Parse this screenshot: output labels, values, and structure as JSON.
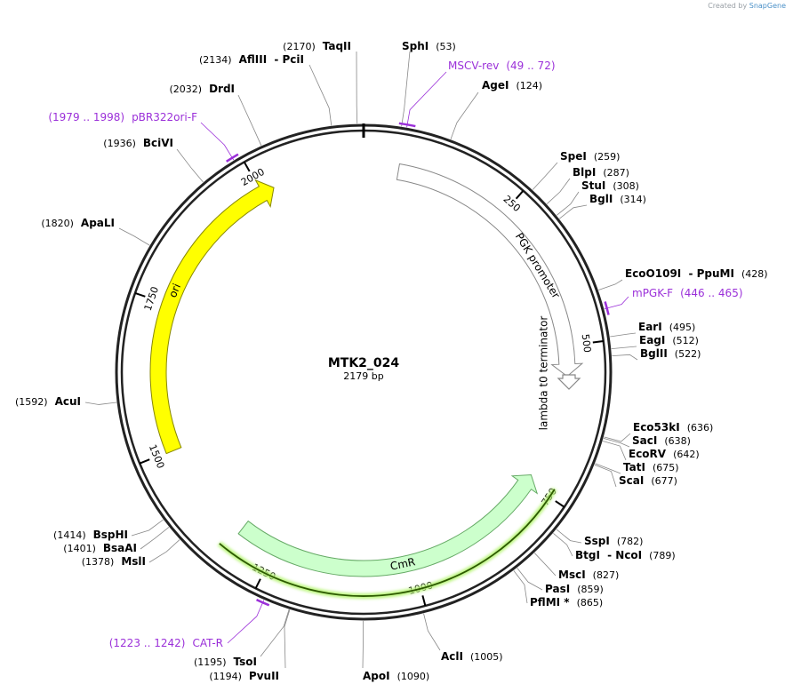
{
  "credit": {
    "prefix": "Created by",
    "brand": "SnapGene"
  },
  "plasmid": {
    "name": "MTK2_024",
    "length_label": "2179 bp",
    "length": 2179
  },
  "ticks": [
    {
      "pos": 250,
      "label": "250"
    },
    {
      "pos": 500,
      "label": "500"
    },
    {
      "pos": 750,
      "label": "750"
    },
    {
      "pos": 1000,
      "label": "1000"
    },
    {
      "pos": 1250,
      "label": "1250"
    },
    {
      "pos": 1500,
      "label": "1500"
    },
    {
      "pos": 1750,
      "label": "1750"
    },
    {
      "pos": 2000,
      "label": "2000"
    }
  ],
  "features": [
    {
      "name": "PGK promoter",
      "start": 1,
      "end": 500,
      "color": "#ffffff",
      "stroke": "#888888"
    },
    {
      "name": "lambda t0 terminator",
      "start": 510,
      "end": 604,
      "color": "#ffffff",
      "stroke": "#888888"
    },
    {
      "name": "CmR",
      "start": 709,
      "end": 1258,
      "color": "#ccffcc",
      "stroke": "#66aa66"
    },
    {
      "name": "ori",
      "start": 1484,
      "end": 2072,
      "color": "#ffff00",
      "stroke": "#888800"
    }
  ],
  "sites": [
    {
      "id": "taqII",
      "parts": [
        [
          "pos",
          "(2170)"
        ],
        [
          "name",
          "TaqII"
        ]
      ],
      "pos": 2170
    },
    {
      "id": "sphI",
      "parts": [
        [
          "name",
          "SphI"
        ],
        [
          "pos",
          "(53)"
        ]
      ],
      "pos": 53
    },
    {
      "id": "aflIII",
      "parts": [
        [
          "pos",
          "(2134)"
        ],
        [
          "name",
          "AflIII"
        ],
        [
          "name",
          " - PciI"
        ]
      ],
      "pos": 2134
    },
    {
      "id": "ageI",
      "parts": [
        [
          "name",
          "AgeI"
        ],
        [
          "pos",
          "(124)"
        ]
      ],
      "pos": 124
    },
    {
      "id": "drdI",
      "parts": [
        [
          "pos",
          "(2032)"
        ],
        [
          "name",
          "DrdI"
        ]
      ],
      "pos": 2032
    },
    {
      "id": "bciVI",
      "parts": [
        [
          "pos",
          "(1936)"
        ],
        [
          "name",
          "BciVI"
        ]
      ],
      "pos": 1936
    },
    {
      "id": "speI",
      "parts": [
        [
          "name",
          "SpeI"
        ],
        [
          "pos",
          "(259)"
        ]
      ],
      "pos": 259
    },
    {
      "id": "blpI",
      "parts": [
        [
          "name",
          "BlpI"
        ],
        [
          "pos",
          "(287)"
        ]
      ],
      "pos": 287
    },
    {
      "id": "stuI",
      "parts": [
        [
          "name",
          "StuI"
        ],
        [
          "pos",
          "(308)"
        ]
      ],
      "pos": 308
    },
    {
      "id": "bglI",
      "parts": [
        [
          "name",
          "BglI"
        ],
        [
          "pos",
          "(314)"
        ]
      ],
      "pos": 314
    },
    {
      "id": "apaLI",
      "parts": [
        [
          "pos",
          "(1820)"
        ],
        [
          "name",
          "ApaLI"
        ]
      ],
      "pos": 1820
    },
    {
      "id": "eco0109I",
      "parts": [
        [
          "name",
          "EcoO109I"
        ],
        [
          "name",
          " - PpuMI"
        ],
        [
          "pos",
          "(428)"
        ]
      ],
      "pos": 428
    },
    {
      "id": "earI",
      "parts": [
        [
          "name",
          "EarI"
        ],
        [
          "pos",
          "(495)"
        ]
      ],
      "pos": 495
    },
    {
      "id": "eagI",
      "parts": [
        [
          "name",
          "EagI"
        ],
        [
          "pos",
          "(512)"
        ]
      ],
      "pos": 512
    },
    {
      "id": "bglII",
      "parts": [
        [
          "name",
          "BglII"
        ],
        [
          "pos",
          "(522)"
        ]
      ],
      "pos": 522
    },
    {
      "id": "acuI",
      "parts": [
        [
          "pos",
          "(1592)"
        ],
        [
          "name",
          "AcuI"
        ]
      ],
      "pos": 1592
    },
    {
      "id": "eco53kI",
      "parts": [
        [
          "name",
          "Eco53kI"
        ],
        [
          "pos",
          "(636)"
        ]
      ],
      "pos": 636
    },
    {
      "id": "sacI",
      "parts": [
        [
          "name",
          "SacI"
        ],
        [
          "pos",
          "(638)"
        ]
      ],
      "pos": 638
    },
    {
      "id": "ecoRV",
      "parts": [
        [
          "name",
          "EcoRV"
        ],
        [
          "pos",
          "(642)"
        ]
      ],
      "pos": 642
    },
    {
      "id": "tatI",
      "parts": [
        [
          "name",
          "TatI"
        ],
        [
          "pos",
          "(675)"
        ]
      ],
      "pos": 675
    },
    {
      "id": "scaI",
      "parts": [
        [
          "name",
          "ScaI"
        ],
        [
          "pos",
          "(677)"
        ]
      ],
      "pos": 677
    },
    {
      "id": "bspHI",
      "parts": [
        [
          "pos",
          "(1414)"
        ],
        [
          "name",
          "BspHI"
        ]
      ],
      "pos": 1414
    },
    {
      "id": "bsaAI",
      "parts": [
        [
          "pos",
          "(1401)"
        ],
        [
          "name",
          "BsaAI"
        ]
      ],
      "pos": 1401
    },
    {
      "id": "mslI",
      "parts": [
        [
          "pos",
          "(1378)"
        ],
        [
          "name",
          "MslI"
        ]
      ],
      "pos": 1378
    },
    {
      "id": "sspI",
      "parts": [
        [
          "name",
          "SspI"
        ],
        [
          "pos",
          "(782)"
        ]
      ],
      "pos": 782
    },
    {
      "id": "btgI",
      "parts": [
        [
          "name",
          "BtgI"
        ],
        [
          "name",
          " - NcoI"
        ],
        [
          "pos",
          "(789)"
        ]
      ],
      "pos": 789
    },
    {
      "id": "mscI",
      "parts": [
        [
          "name",
          "MscI"
        ],
        [
          "pos",
          "(827)"
        ]
      ],
      "pos": 827
    },
    {
      "id": "pasI",
      "parts": [
        [
          "name",
          "PasI"
        ],
        [
          "pos",
          "(859)"
        ]
      ],
      "pos": 859
    },
    {
      "id": "pflMI",
      "parts": [
        [
          "name",
          "PflMI *"
        ],
        [
          "pos",
          "(865)"
        ]
      ],
      "pos": 865
    },
    {
      "id": "aclI",
      "parts": [
        [
          "name",
          "AclI"
        ],
        [
          "pos",
          "(1005)"
        ]
      ],
      "pos": 1005
    },
    {
      "id": "tsoI",
      "parts": [
        [
          "pos",
          "(1195)"
        ],
        [
          "name",
          "TsoI"
        ]
      ],
      "pos": 1195
    },
    {
      "id": "pvuII",
      "parts": [
        [
          "pos",
          "(1194)"
        ],
        [
          "name",
          "PvuII"
        ]
      ],
      "pos": 1194
    },
    {
      "id": "apoI",
      "parts": [
        [
          "name",
          "ApoI"
        ],
        [
          "pos",
          "(1090)"
        ]
      ],
      "pos": 1090
    }
  ],
  "primers": [
    {
      "id": "mscv-rev",
      "parts": [
        [
          "primer",
          "MSCV-rev"
        ],
        [
          "primer",
          "(49 .. 72)"
        ]
      ],
      "start": 49,
      "end": 72
    },
    {
      "id": "pbr322ori-f",
      "parts": [
        [
          "primer",
          "(1979 .. 1998)"
        ],
        [
          "primer",
          "pBR322ori-F"
        ]
      ],
      "start": 1979,
      "end": 1998
    },
    {
      "id": "mpgk-f",
      "parts": [
        [
          "primer",
          "mPGK-F"
        ],
        [
          "primer",
          "(446 .. 465)"
        ]
      ],
      "start": 446,
      "end": 465
    },
    {
      "id": "cat-r",
      "parts": [
        [
          "primer",
          "(1223 .. 1242)"
        ],
        [
          "primer",
          "CAT-R"
        ]
      ],
      "start": 1223,
      "end": 1242
    }
  ],
  "colors": {
    "primer": "#9b30d9",
    "backbone": "#222222",
    "leader": "#888888"
  }
}
